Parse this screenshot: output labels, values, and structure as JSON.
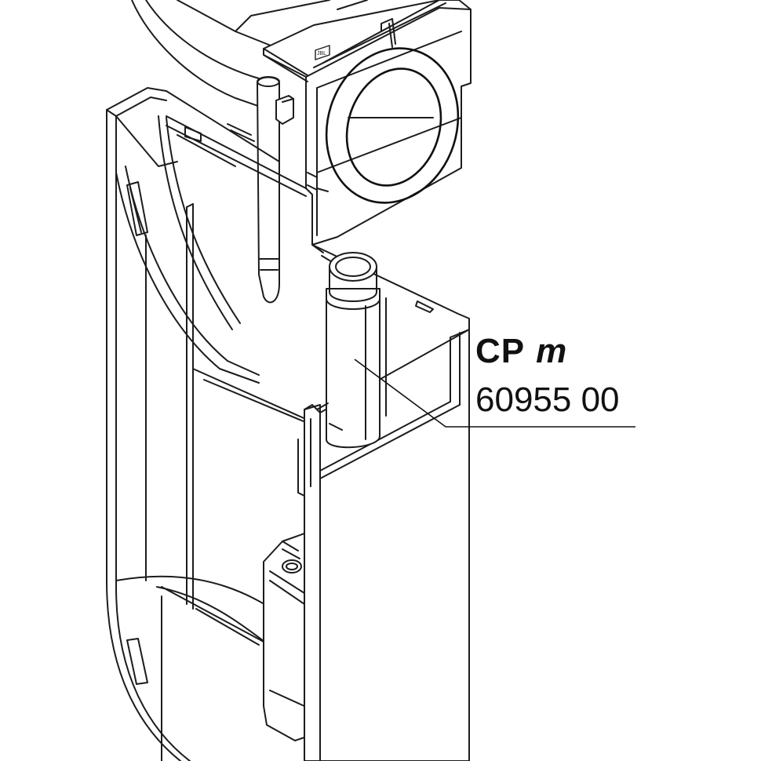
{
  "callout": {
    "part_name": "CP",
    "part_variant": "m",
    "part_number": "60955 00"
  },
  "small_label": "JBL",
  "colors": {
    "line": "#1c1c1c",
    "background": "#ffffff"
  }
}
